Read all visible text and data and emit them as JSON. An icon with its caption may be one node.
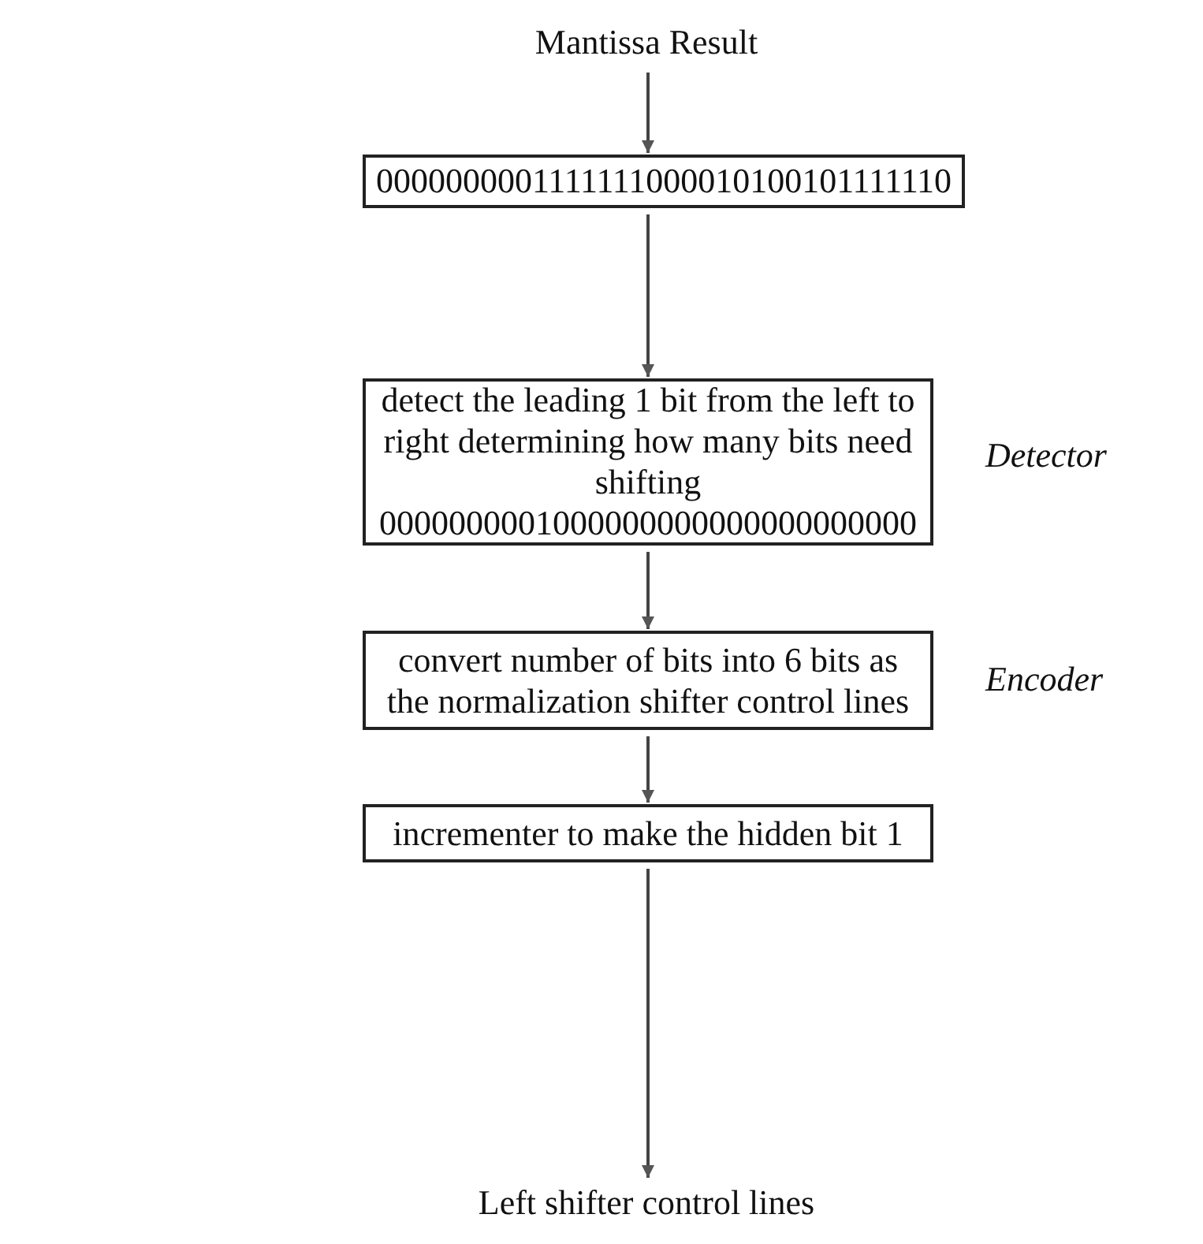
{
  "diagram": {
    "nodes": [
      {
        "text": [
          "Mantissa Result"
        ]
      },
      {
        "text": [
          "0000000001111111000010100101111110"
        ]
      },
      {
        "text": [
          "detect the leading 1 bit from the left to right determining how many bits need shifting",
          "0000000001000000000000000000000"
        ],
        "beside": [
          "Detector"
        ]
      },
      {
        "text": [
          "convert number of bits into 6 bits as the normalization shifter control lines"
        ],
        "beside": [
          "Encoder"
        ]
      },
      {
        "text": [
          "incrementer to make the hidden bit 1"
        ]
      },
      {
        "text": [
          "Left shifter control lines"
        ]
      }
    ],
    "edges": [
      {
        "from": 0,
        "to": 1,
        "arrow": "to"
      },
      {
        "from": 1,
        "to": 2,
        "arrow": "to"
      },
      {
        "from": 2,
        "to": 3,
        "arrow": "to"
      },
      {
        "from": 3,
        "to": 4,
        "arrow": "to"
      },
      {
        "from": 4,
        "to": 5,
        "arrow": "to"
      }
    ]
  }
}
